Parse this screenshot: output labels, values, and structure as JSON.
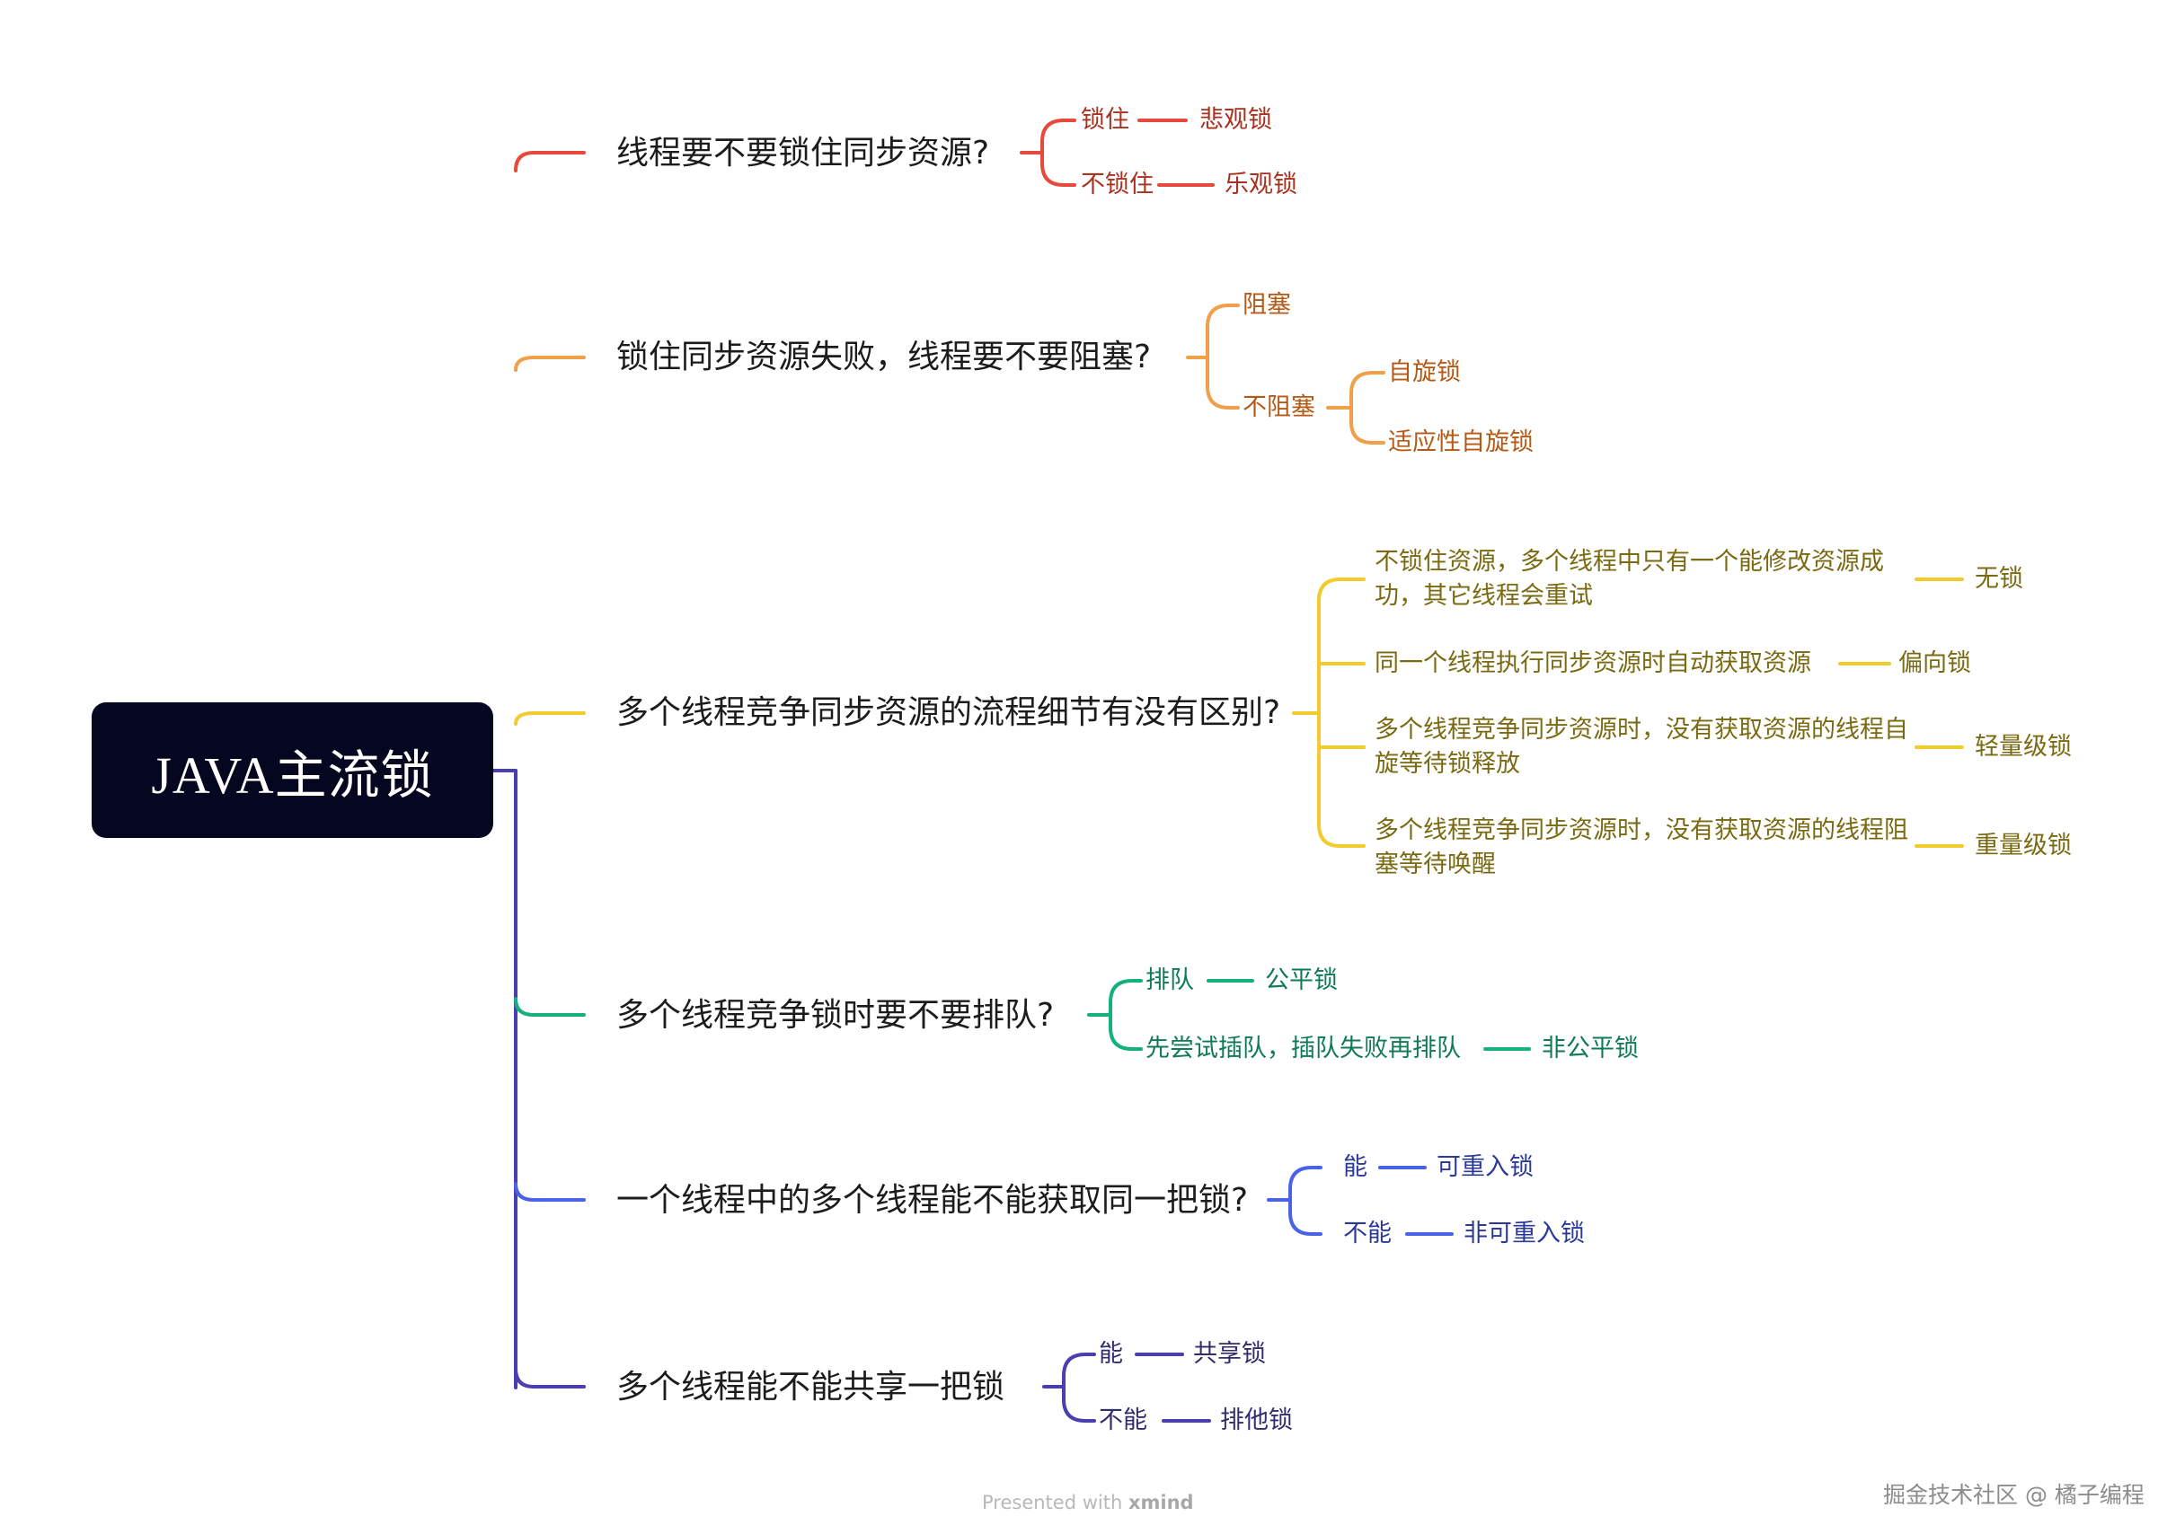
{
  "root": {
    "label": "JAVA主流锁"
  },
  "branches": [
    {
      "label": "线程要不要锁住同步资源?",
      "color": "#e8493a",
      "children": [
        {
          "label": "锁住",
          "result": "悲观锁"
        },
        {
          "label": "不锁住",
          "result": "乐观锁"
        }
      ]
    },
    {
      "label": "锁住同步资源失败，线程要不要阻塞?",
      "color": "#f0a04b",
      "children": [
        {
          "label": "阻塞"
        },
        {
          "label": "不阻塞",
          "children": [
            {
              "label": "自旋锁"
            },
            {
              "label": "适应性自旋锁"
            }
          ]
        }
      ]
    },
    {
      "label": "多个线程竞争同步资源的流程细节有没有区别?",
      "color": "#f2cc2a",
      "children": [
        {
          "label": "不锁住资源，多个线程中只有一个能修改资源成功，其它线程会重试",
          "result": "无锁"
        },
        {
          "label": "同一个线程执行同步资源时自动获取资源",
          "result": "偏向锁"
        },
        {
          "label": "多个线程竞争同步资源时，没有获取资源的线程自旋等待锁释放",
          "result": "轻量级锁"
        },
        {
          "label": "多个线程竞争同步资源时，没有获取资源的线程阻塞等待唤醒",
          "result": "重量级锁"
        }
      ]
    },
    {
      "label": "多个线程竞争锁时要不要排队?",
      "color": "#16b07c",
      "children": [
        {
          "label": "排队",
          "result": "公平锁"
        },
        {
          "label": "先尝试插队，插队失败再排队",
          "result": "非公平锁"
        }
      ]
    },
    {
      "label": "一个线程中的多个线程能不能获取同一把锁?",
      "color": "#4a63e6",
      "children": [
        {
          "label": "能",
          "result": "可重入锁"
        },
        {
          "label": "不能",
          "result": "非可重入锁"
        }
      ]
    },
    {
      "label": "多个线程能不能共享一把锁",
      "color": "#4b3fb0",
      "children": [
        {
          "label": "能",
          "result": "共享锁"
        },
        {
          "label": "不能",
          "result": "排他锁"
        }
      ]
    }
  ],
  "footer": {
    "presented_prefix": "Presented with",
    "presented_brand": "xmind"
  },
  "watermark": "掘金技术社区 @ 橘子编程"
}
